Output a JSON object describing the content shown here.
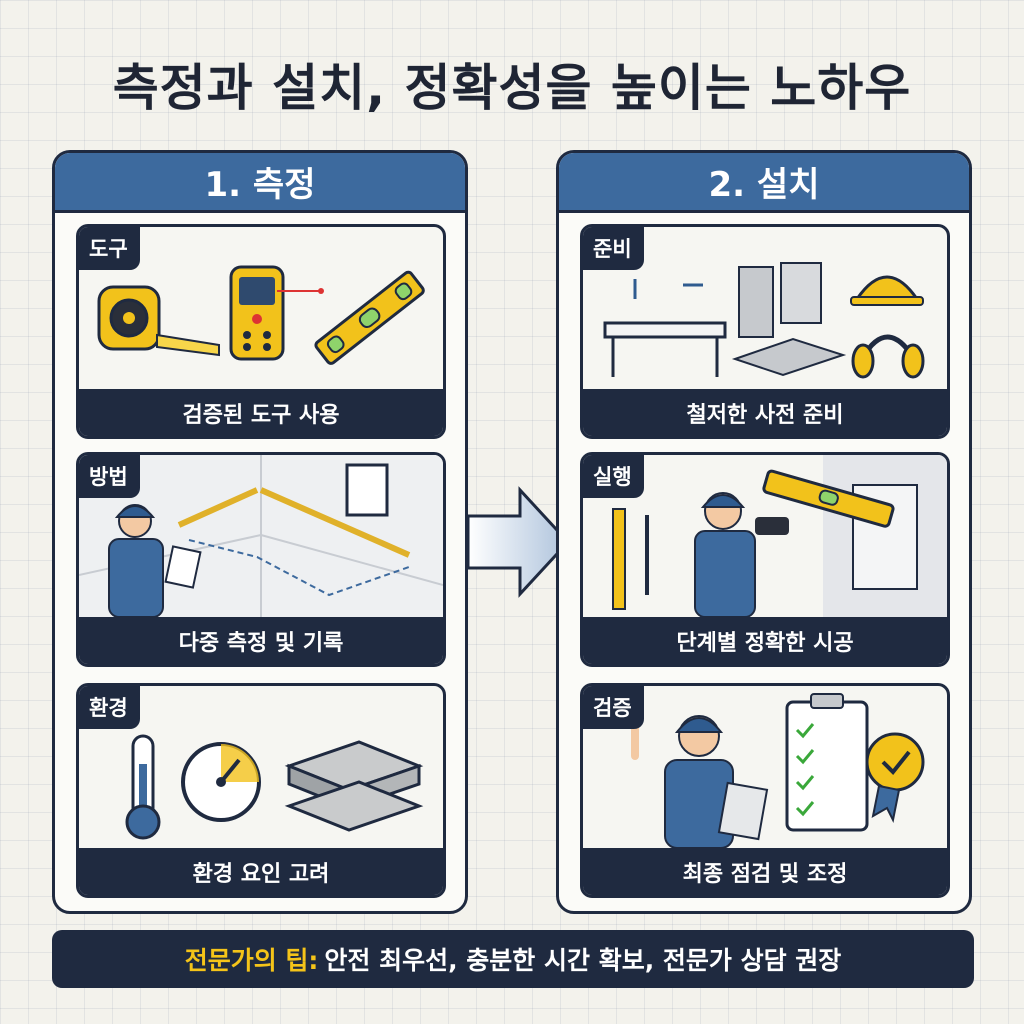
{
  "title": "측정과 설치, 정확성을 높이는 노하우",
  "measure": {
    "header": "1. 측정",
    "cards": [
      {
        "tag": "도구",
        "caption": "검증된 도구 사용"
      },
      {
        "tag": "방법",
        "caption": "다중 측정 및 기록"
      },
      {
        "tag": "환경",
        "caption": "환경 요인 고려"
      }
    ]
  },
  "install": {
    "header": "2. 설치",
    "cards": [
      {
        "tag": "준비",
        "caption": "철저한 사전 준비"
      },
      {
        "tag": "실행",
        "caption": "단계별 정확한 시공"
      },
      {
        "tag": "검증",
        "caption": "최종 점검 및 조정"
      }
    ]
  },
  "tip": {
    "label": "전문가의 팁:",
    "text": "안전 최우선, 충분한 시간 확보, 전문가 상담 권장"
  },
  "colors": {
    "navy": "#1f2a40",
    "header_blue": "#3d6a9e",
    "accent_yellow": "#f5c419"
  }
}
